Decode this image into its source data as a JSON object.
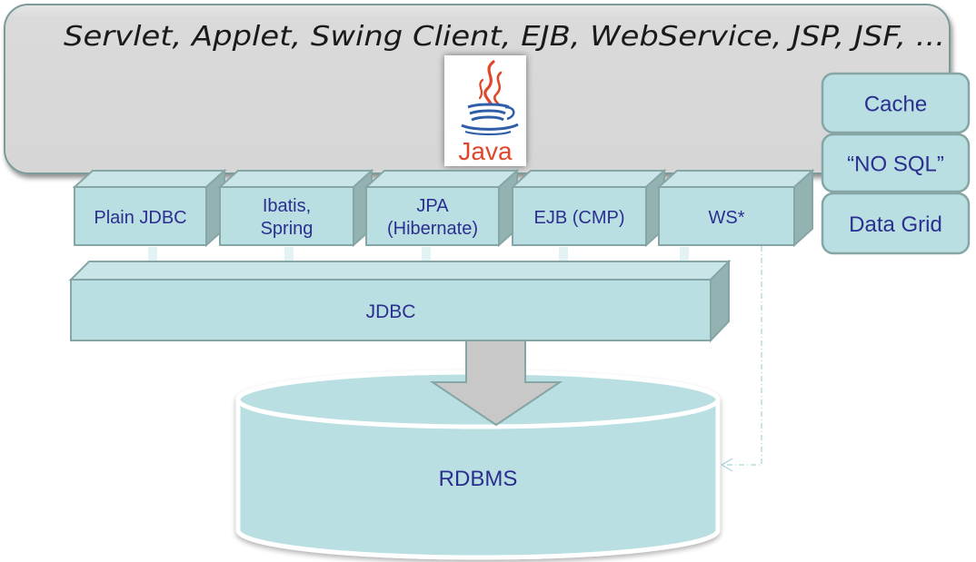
{
  "client_layer": {
    "technologies": "Servlet, Applet, Swing Client, EJB, WebService, JSP, JSF, ...",
    "logo": {
      "icon": "java-coffee-cup-icon",
      "text": "Java",
      "color": "#e0472a",
      "cup_color": "#2f5ea8"
    }
  },
  "frameworks": [
    {
      "lines": [
        "Plain JDBC"
      ]
    },
    {
      "lines": [
        "Ibatis,",
        "Spring"
      ]
    },
    {
      "lines": [
        "JPA",
        "(Hibernate)"
      ]
    },
    {
      "lines": [
        "EJB (CMP)"
      ]
    },
    {
      "lines": [
        "WS*"
      ]
    }
  ],
  "side_stack": [
    {
      "label": "Cache"
    },
    {
      "label": "“NO SQL”"
    },
    {
      "label": "Data Grid"
    }
  ],
  "jdbc_layer": {
    "label": "JDBC"
  },
  "database": {
    "label": "RDBMS"
  },
  "colors": {
    "box_fill": "#b9dfe2",
    "box_top": "#c9e5e8",
    "box_side": "#93b3b3",
    "box_stroke": "#86a5a5",
    "label_text": "#2b2f8f",
    "container_fill": "#d9d9d9",
    "arrow_fill": "#c8c8c8"
  }
}
